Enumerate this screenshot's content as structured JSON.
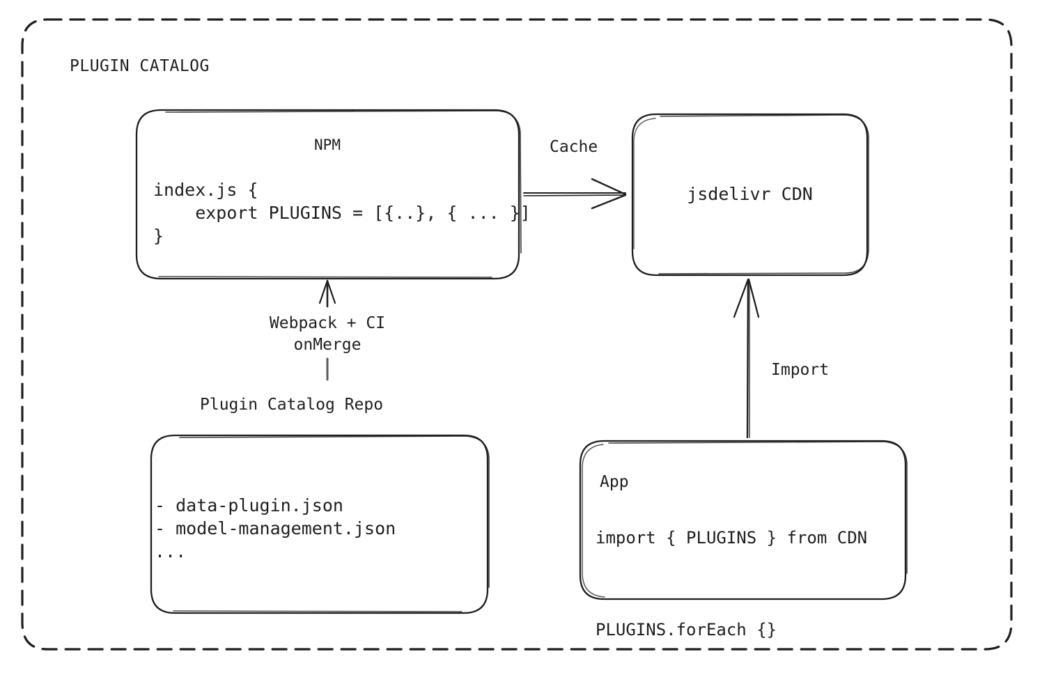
{
  "diagram": {
    "title": "PLUGIN CATALOG",
    "background": "#ffffff",
    "stroke_color": "#1e1e1e",
    "style": "hand-drawn"
  },
  "nodes": {
    "npm": {
      "title": "NPM",
      "code": "index.js {\n    export PLUGINS = [{..}, { ... }]\n}"
    },
    "cdn": {
      "title": "jsdelivr CDN"
    },
    "repo": {
      "label": "Plugin Catalog Repo",
      "files": "- data-plugin.json\n- model-management.json\n..."
    },
    "app": {
      "title": "App",
      "code": "import { PLUGINS } from CDN\n\nPLUGINS.forEach {}"
    }
  },
  "edges": {
    "cache": {
      "label": "Cache"
    },
    "webpack": {
      "label": "Webpack + CI\nonMerge"
    },
    "import": {
      "label": "Import"
    }
  }
}
